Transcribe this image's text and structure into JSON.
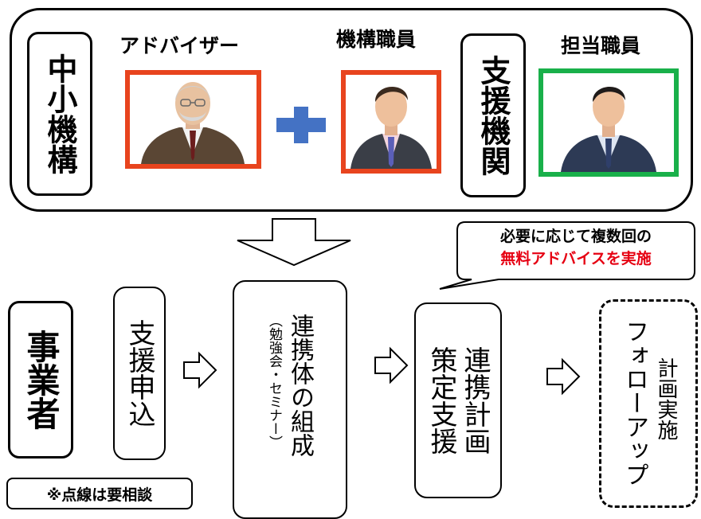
{
  "top": {
    "left_org": "中小機構",
    "right_org": "支援機関",
    "roles": {
      "advisor": "アドバイザー",
      "staff": "機構職員",
      "contact": "担当職員"
    }
  },
  "callout": {
    "line1": "必要に応じて複数回の",
    "line2": "無料アドバイスを実施"
  },
  "flow": {
    "business": "事業者",
    "apply": "支援申込",
    "form_main": "連携体の組成",
    "form_sub": "（勉強会・セミナー）",
    "plan_col1": "連携計画",
    "plan_col2": "策定支援",
    "follow_col1": "計画実施",
    "follow_col2": "フォローアップ"
  },
  "note": "※点線は要相談",
  "colors": {
    "advisor_frame": "#e8441e",
    "staff_frame": "#e8441e",
    "contact_frame": "#19b04a",
    "plus": "#4472c4",
    "highlight_text": "#e60012"
  }
}
